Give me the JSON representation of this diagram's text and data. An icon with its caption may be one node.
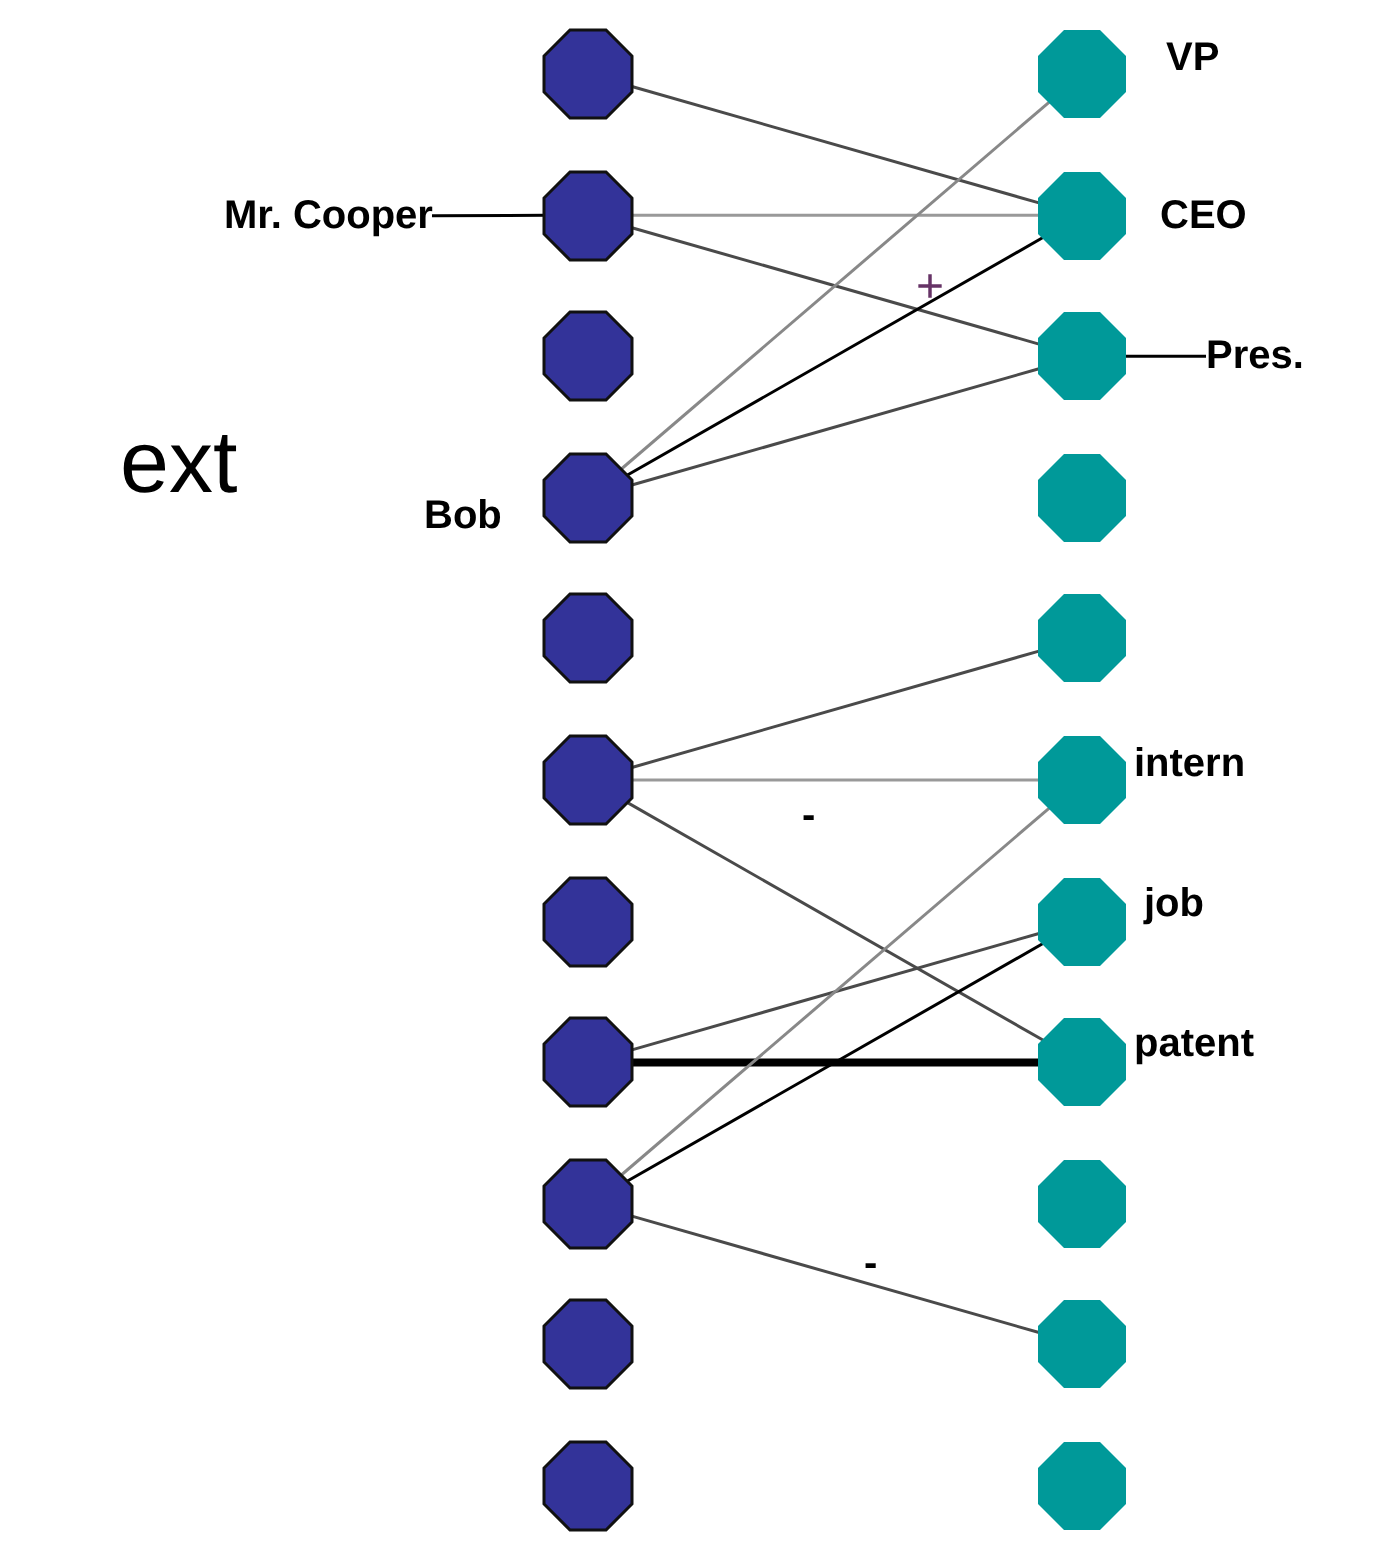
{
  "diagram": {
    "nodes": [
      {
        "text": [],
        "shape": "octagon"
      },
      {
        "text": [],
        "shape": "octagon"
      },
      {
        "text": [],
        "shape": "octagon"
      },
      {
        "text": [],
        "shape": "octagon",
        "beside": [
          "Bob"
        ]
      },
      {
        "text": [],
        "shape": "octagon"
      },
      {
        "text": [],
        "shape": "octagon"
      },
      {
        "text": [],
        "shape": "octagon"
      },
      {
        "text": [],
        "shape": "octagon"
      },
      {
        "text": [],
        "shape": "octagon"
      },
      {
        "text": [],
        "shape": "octagon"
      },
      {
        "text": [],
        "shape": "octagon"
      },
      {
        "text": [],
        "shape": "octagon",
        "beside": [
          "VP"
        ]
      },
      {
        "text": [],
        "shape": "octagon",
        "beside": [
          "CEO"
        ]
      },
      {
        "text": [],
        "shape": "octagon"
      },
      {
        "text": [],
        "shape": "octagon"
      },
      {
        "text": [],
        "shape": "octagon"
      },
      {
        "text": [],
        "shape": "octagon",
        "beside": [
          "intern"
        ]
      },
      {
        "text": [],
        "shape": "octagon",
        "beside": [
          "job"
        ]
      },
      {
        "text": [],
        "shape": "octagon",
        "beside": [
          "patent"
        ]
      },
      {
        "text": [],
        "shape": "octagon"
      },
      {
        "text": [],
        "shape": "octagon"
      },
      {
        "text": [],
        "shape": "octagon"
      },
      {
        "text": [
          "Mr. Cooper"
        ]
      },
      {
        "text": [
          "Pres."
        ]
      }
    ],
    "edges": [
      {
        "from": 0,
        "to": 12,
        "arrow": "none"
      },
      {
        "from": 1,
        "to": 12,
        "arrow": "none",
        "color": "#999999"
      },
      {
        "from": 1,
        "to": 13,
        "arrow": "none"
      },
      {
        "from": 3,
        "to": 11,
        "arrow": "none",
        "color": "#888888"
      },
      {
        "from": 3,
        "to": 12,
        "arrow": "none",
        "color": "#000000"
      },
      {
        "from": 3,
        "to": 13,
        "arrow": "none"
      },
      {
        "from": 5,
        "to": 15,
        "arrow": "none"
      },
      {
        "from": 5,
        "to": 16,
        "arrow": "none",
        "color": "#999999"
      },
      {
        "from": 5,
        "to": 18,
        "arrow": "none"
      },
      {
        "from": 7,
        "to": 17,
        "arrow": "none"
      },
      {
        "from": 7,
        "to": 18,
        "arrow": "none",
        "color": "#000000",
        "style": "thick"
      },
      {
        "from": 8,
        "to": 16,
        "arrow": "none",
        "color": "#888888"
      },
      {
        "from": 8,
        "to": 17,
        "arrow": "none",
        "color": "#000000"
      },
      {
        "from": 8,
        "to": 20,
        "arrow": "none"
      },
      {
        "from": 22,
        "to": 1,
        "arrow": "none",
        "color": "#000000"
      },
      {
        "from": 13,
        "to": 23,
        "arrow": "none",
        "color": "#000000"
      }
    ],
    "labels": [
      "ext",
      "+",
      "-",
      "-"
    ]
  }
}
